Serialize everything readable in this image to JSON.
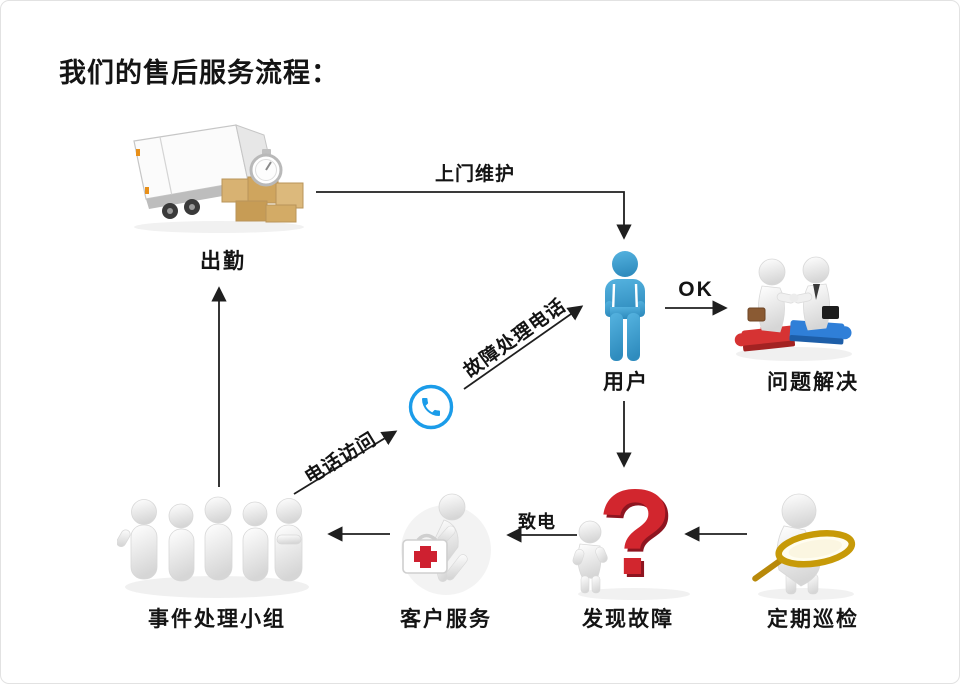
{
  "title": "我们的售后服务流程：",
  "colors": {
    "arrow": "#1f1f1f",
    "accent_blue": "#1b9ce9",
    "person_blue_light": "#55b3e0",
    "person_blue_dark": "#2f8cbe",
    "question_red": "#d2262e",
    "question_red_shadow": "#8e1520",
    "puzzle_red": "#d63333",
    "puzzle_blue": "#2f7fd8",
    "cross_red": "#ce2030",
    "magnifier_gold": "#c79a08",
    "box_tan": "#d8b272"
  },
  "nodes": [
    {
      "id": "dispatch",
      "label": "出勤",
      "icon": "delivery-truck-icon"
    },
    {
      "id": "user",
      "label": "用户",
      "icon": "blue-person-icon"
    },
    {
      "id": "solved",
      "label": "问题解决",
      "icon": "handshake-puzzle-icon"
    },
    {
      "id": "fault",
      "label": "发现故障",
      "icon": "question-mark-icon",
      "glyph": "?"
    },
    {
      "id": "inspection",
      "label": "定期巡检",
      "icon": "magnifier-person-icon"
    },
    {
      "id": "service",
      "label": "客户服务",
      "icon": "first-aid-kit-icon"
    },
    {
      "id": "team",
      "label": "事件处理小组",
      "icon": "team-group-icon"
    },
    {
      "id": "phone",
      "label": "",
      "icon": "phone-handset-icon"
    }
  ],
  "edges": [
    {
      "from": "dispatch",
      "to": "user",
      "label": "上门维护"
    },
    {
      "from": "user",
      "to": "solved",
      "label": "OK"
    },
    {
      "from": "user",
      "to": "fault",
      "label": ""
    },
    {
      "from": "inspection",
      "to": "fault",
      "label": ""
    },
    {
      "from": "fault",
      "to": "service",
      "label": "致电"
    },
    {
      "from": "service",
      "to": "team",
      "label": ""
    },
    {
      "from": "team",
      "to": "dispatch",
      "label": ""
    },
    {
      "from": "team",
      "to": "phone",
      "label": "电话访问"
    },
    {
      "from": "phone",
      "to": "user",
      "label": "故障处理电话"
    }
  ]
}
